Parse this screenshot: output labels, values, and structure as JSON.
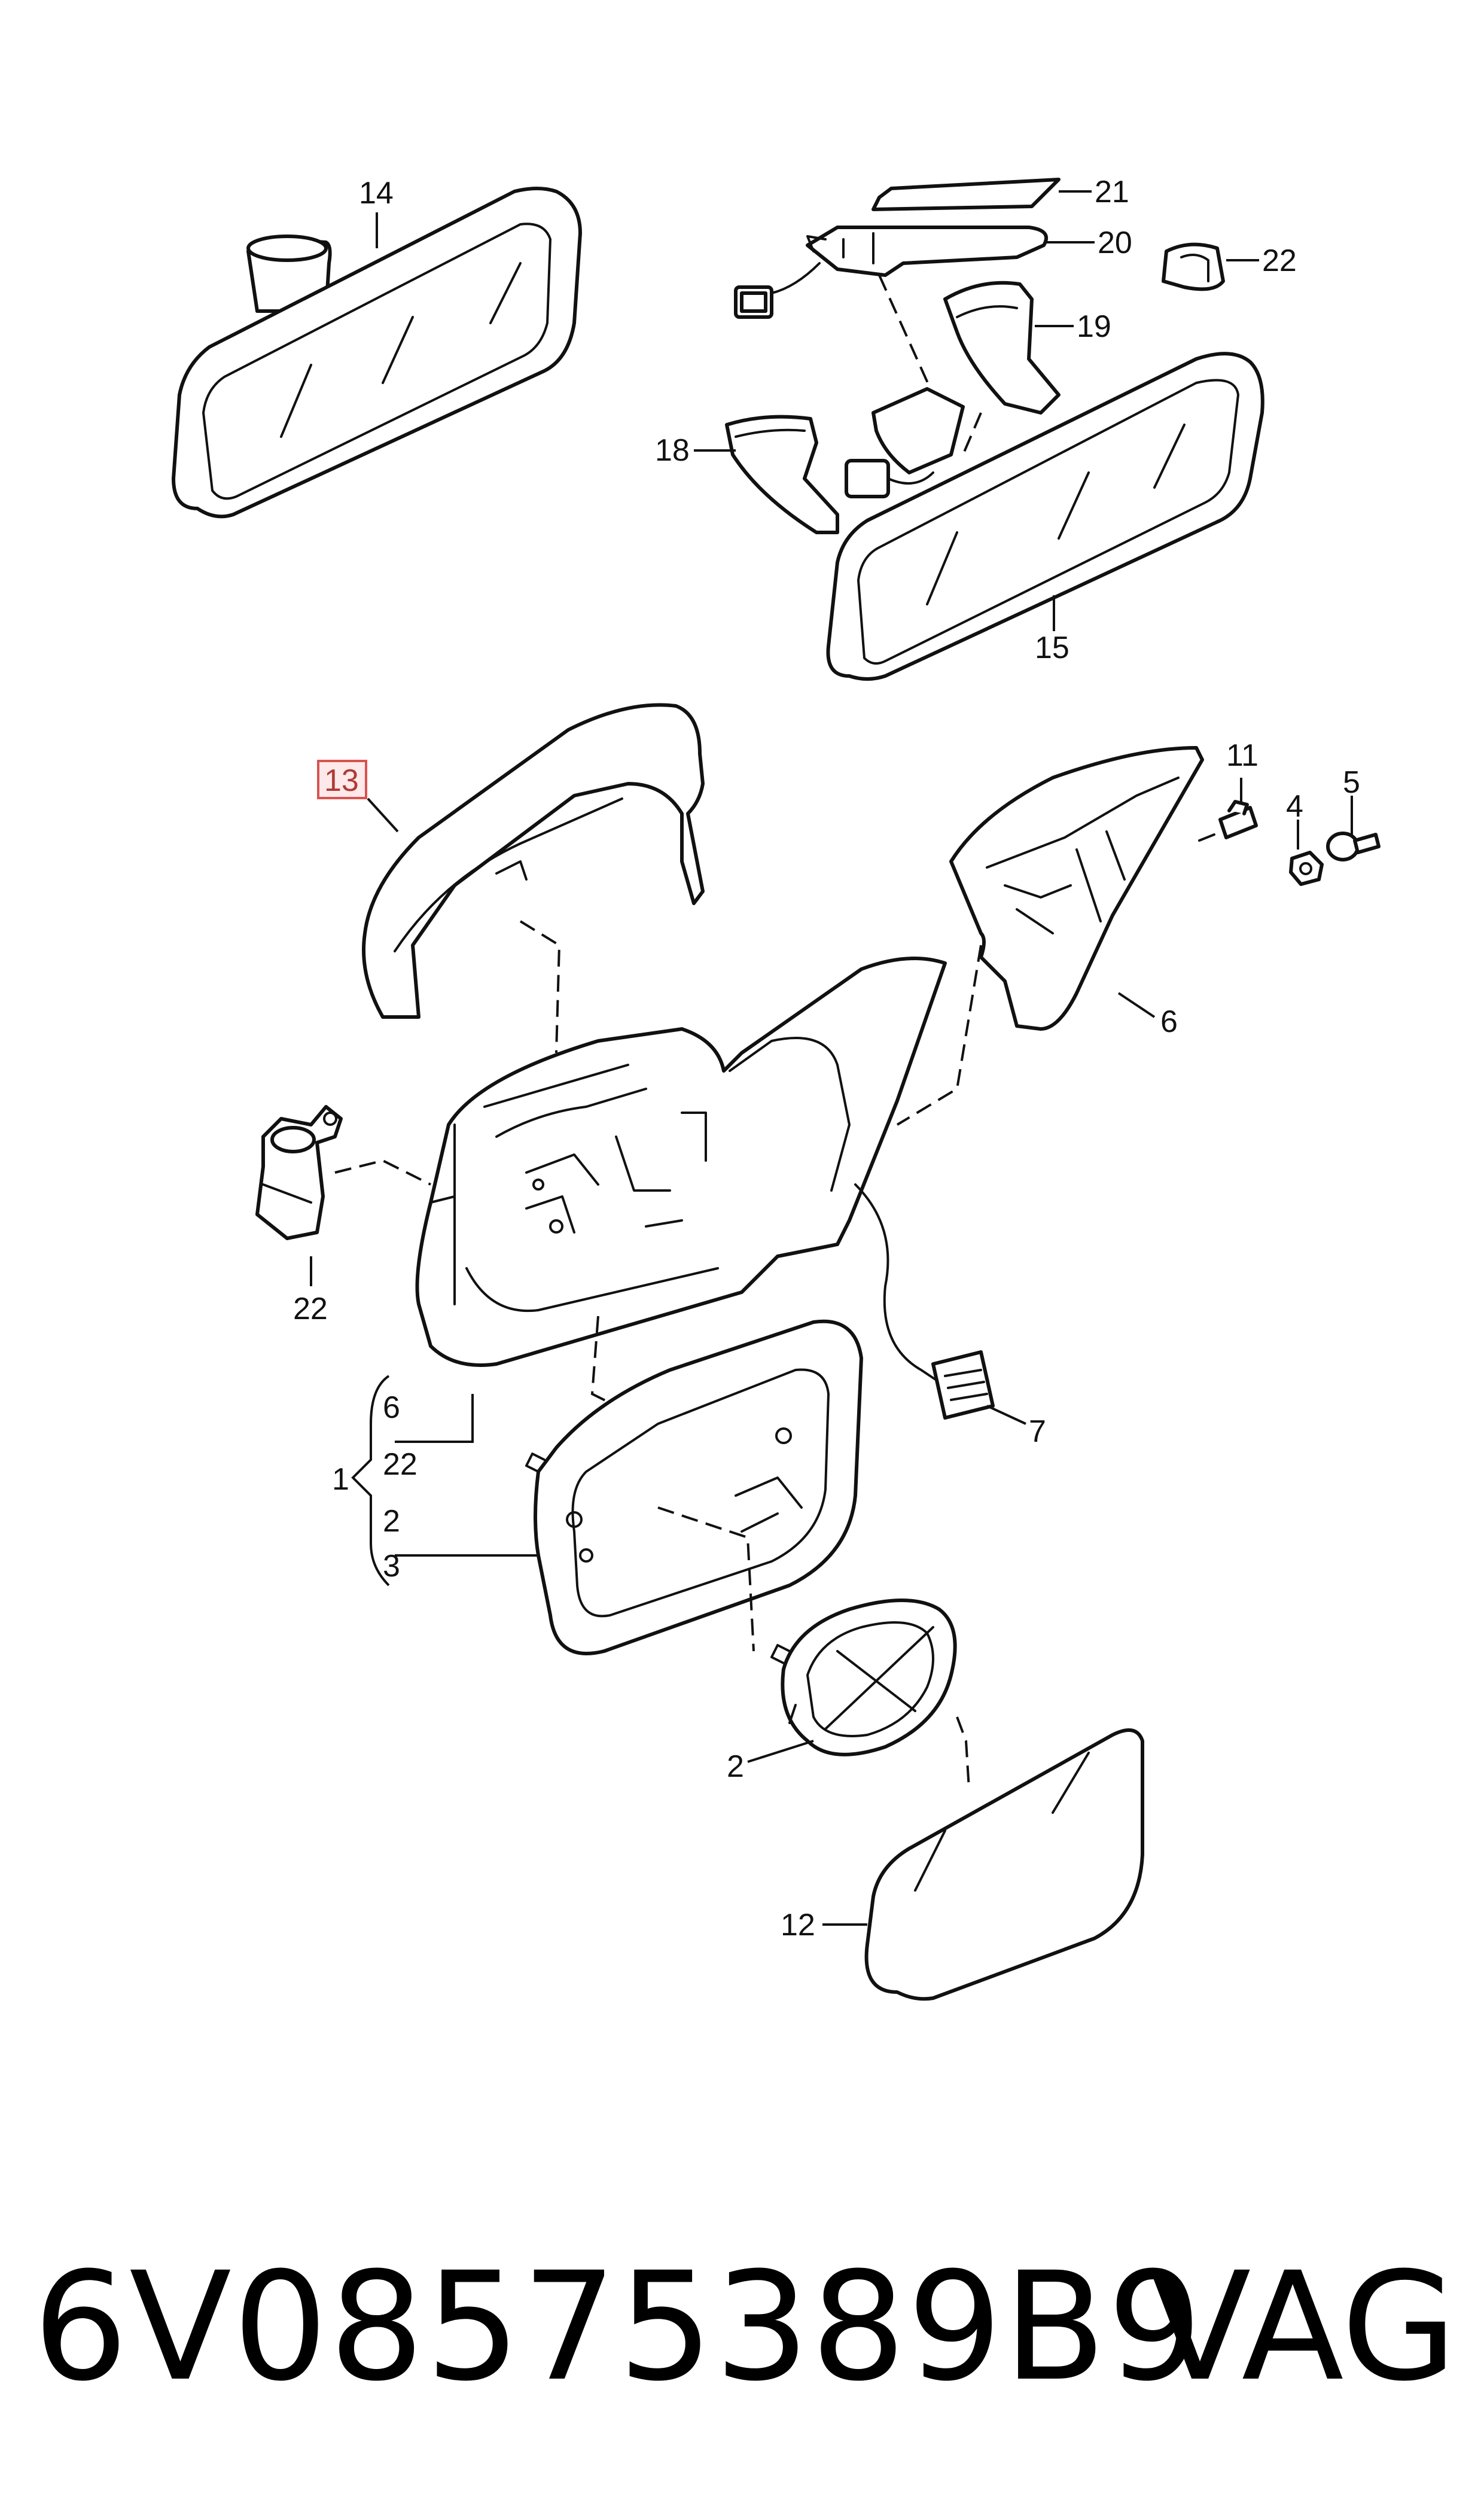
{
  "diagram": {
    "callouts": {
      "c14": "14",
      "c21": "21",
      "c20": "20",
      "c22a": "22",
      "c19": "19",
      "c18": "18",
      "c15": "15",
      "c13": "13",
      "c11": "11",
      "c4": "4",
      "c5": "5",
      "c6": "6",
      "c22b": "22",
      "c7": "7",
      "c1": "1",
      "g6": "6",
      "g22": "22",
      "g2": "2",
      "g3": "3",
      "c2": "2",
      "c12": "12"
    },
    "highlighted_callout": "13"
  },
  "footer": {
    "part_number": "6V08575389B9",
    "brand": "VAG"
  }
}
